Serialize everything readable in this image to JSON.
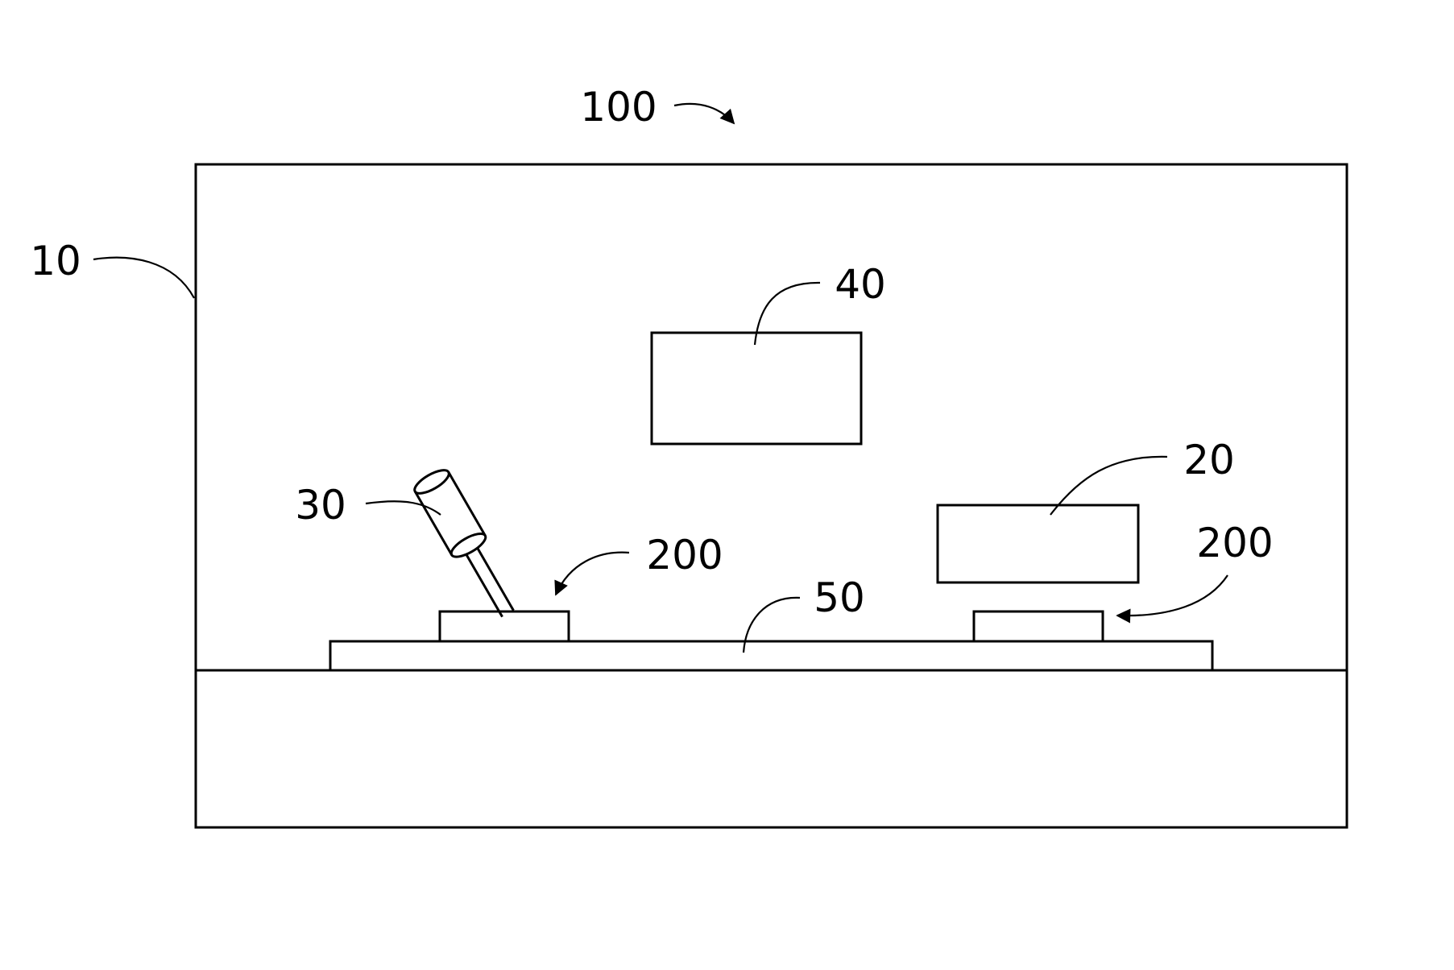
{
  "labels": {
    "apparatus": "100",
    "housing": "10",
    "unit_40": "40",
    "unit_20": "20",
    "tool_30": "30",
    "workpiece_left": "200",
    "workpiece_right": "200",
    "stage_50": "50"
  },
  "colors": {
    "line": "#000000",
    "background": "#ffffff"
  }
}
